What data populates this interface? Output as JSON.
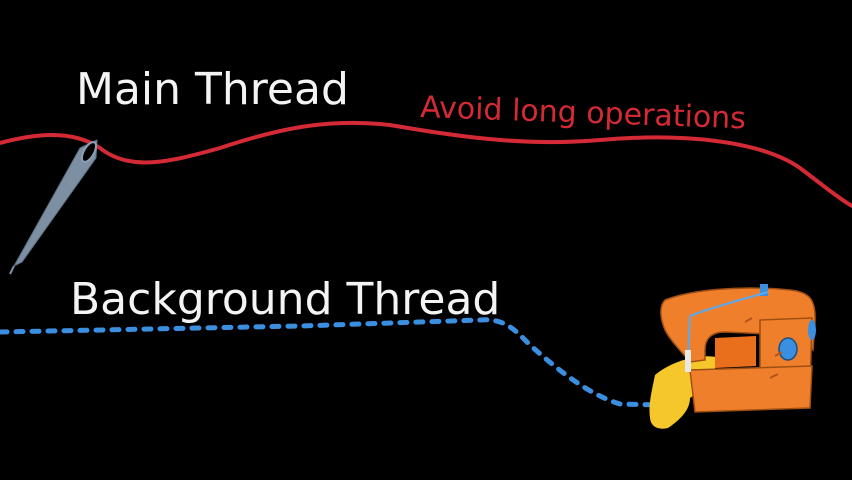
{
  "labels": {
    "main_thread": "Main Thread",
    "avoid_long_operations": "Avoid long operations",
    "background_thread": "Background Thread"
  },
  "colors": {
    "background": "#000000",
    "handwriting": "#f4f4f4",
    "main_thread_line": "#d42a35",
    "annotation": "#d42a35",
    "background_thread_line": "#3b8fe0",
    "sewing_machine": "#f07f2c",
    "fabric": "#f5c72a",
    "needle": "#7c8fa3"
  },
  "icons": {
    "needle": "sewing-needle-icon",
    "machine": "sewing-machine-icon",
    "fabric": "fabric-icon"
  }
}
